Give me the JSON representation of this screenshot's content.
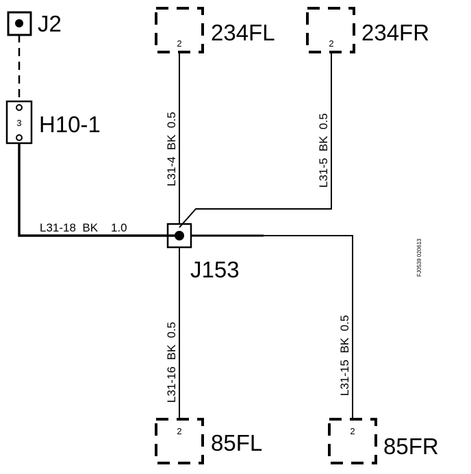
{
  "components": {
    "j2": {
      "label": "J2"
    },
    "h10": {
      "label": "H10-1",
      "pin": "3"
    },
    "c234fl": {
      "label": "234FL",
      "pin": "2"
    },
    "c234fr": {
      "label": "234FR",
      "pin": "2"
    },
    "j153": {
      "label": "J153"
    },
    "c85fl": {
      "label": "85FL",
      "pin": "2"
    },
    "c85fr": {
      "label": "85FR",
      "pin": "2"
    }
  },
  "wires": {
    "l31_18": "L31-18  BK    1.0",
    "l31_4": "L31-4  BK  0.5",
    "l31_5": "L31-5  BK  0.5",
    "l31_16": "L31-16  BK  0.5",
    "l31_15": "L31-15  BK  0.5"
  },
  "figure_code": "FJ0539 020613",
  "colors": {
    "ink": "#000000",
    "background": "#ffffff"
  }
}
